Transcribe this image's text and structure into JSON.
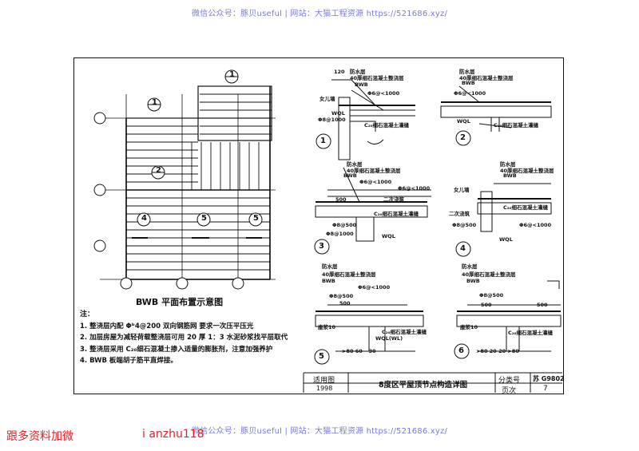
{
  "watermark": {
    "top": "微信公众号：豚贝useful | 网站：大猫工程资源 https://521686.xyz/",
    "bottom": "微信公众号：豚贝useful | 网站：大猫工程资源 https://521686.xyz/"
  },
  "plan": {
    "title": "BWB 平面布置示意图",
    "markers": [
      "1",
      "1",
      "2",
      "4",
      "5",
      "5"
    ]
  },
  "notes": {
    "heading": "注：",
    "items": [
      "1. 整浇层内配 Φᵇ4@200 双向钢筋网 要求一次压平压光",
      "2. 加层房屋为减轻荷载整浇层可用 20 厚 1：3 水泥砂浆找平层取代",
      "3. 整浇层采用 C₂₀细石混凝土掺入适量的膨胀剂，注意加强养护",
      "4. BWB 板端胡子筋平直焊接。"
    ]
  },
  "details": {
    "labels": {
      "waterproof": "防水层",
      "topping": "40厚细石混凝土整浇层",
      "bwb": "BWB",
      "rebar": "Φ6@<1000",
      "c20": "C₂₀细石混凝土灌缝",
      "wql": "WQL",
      "wql_wl": "WQL(WL)",
      "women_er": "女儿墙",
      "pour": "二次浇筑",
      "mortar": "座浆10",
      "phi8": "Φ8@500",
      "phi8b": "Φ8@1000",
      "dim500": "500",
      "dim120": "120",
      "dims6": ">80 20 20 >80",
      "dims5": ">80 60 ~30"
    },
    "circles": [
      "1",
      "2",
      "3",
      "4",
      "5",
      "6"
    ]
  },
  "titleblock": {
    "scope_label": "适用图",
    "scope_value": "1998",
    "title": "8度区平屋顶节点构造详图",
    "cat_label": "分类号",
    "cat_value": "苏 G9802",
    "page_label": "页次",
    "page_value": "7"
  },
  "promo": {
    "left": "跟多资料加微",
    "right": "i anzhu118"
  }
}
